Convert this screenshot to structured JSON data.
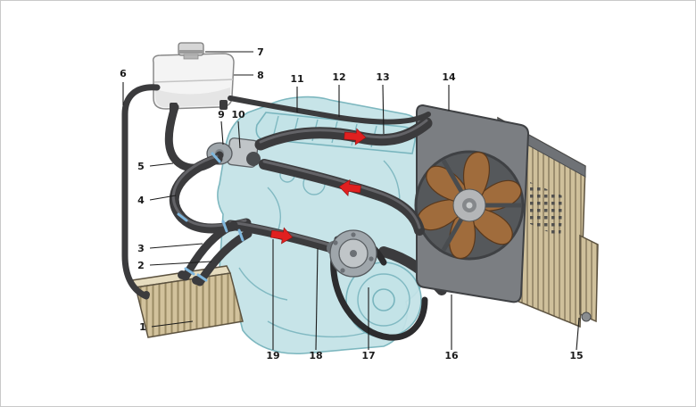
{
  "diagram": {
    "subject": "engine-cooling-system-illustration",
    "background": "#ffffff",
    "border_color": "#c9c9c9",
    "colors": {
      "background": "#ffffff",
      "engine_fill": "#c3e3e7",
      "engine_stroke": "#74b2bb",
      "hose": "#3b3b3d",
      "hose_highlight": "#85858a",
      "metal_light": "#c0c5c8",
      "metal_mid": "#9fa6ab",
      "shroud": "#7b7e82",
      "shroud_dark": "#3f4144",
      "fan_blade": "#a06c3c",
      "fan_blade_stroke": "#59381c",
      "radiator_fill": "#cfc09b",
      "radiator_fin": "#8f8164",
      "radiator_frame": "#5d5340",
      "heater_fill": "#d2c29c",
      "heater_fin": "#9a8b64",
      "tank_fill": "#f4f4f4",
      "clamp": "#7fb7dd",
      "arrow": "#e02020",
      "leader_line": "#1a1a1a",
      "label_text": "#1a1a1a"
    },
    "callouts": [
      {
        "n": "1"
      },
      {
        "n": "2"
      },
      {
        "n": "3"
      },
      {
        "n": "4"
      },
      {
        "n": "5"
      },
      {
        "n": "6"
      },
      {
        "n": "7"
      },
      {
        "n": "8"
      },
      {
        "n": "9"
      },
      {
        "n": "10"
      },
      {
        "n": "11"
      },
      {
        "n": "12"
      },
      {
        "n": "13"
      },
      {
        "n": "14"
      },
      {
        "n": "15"
      },
      {
        "n": "16"
      },
      {
        "n": "17"
      },
      {
        "n": "18"
      },
      {
        "n": "19"
      }
    ]
  }
}
